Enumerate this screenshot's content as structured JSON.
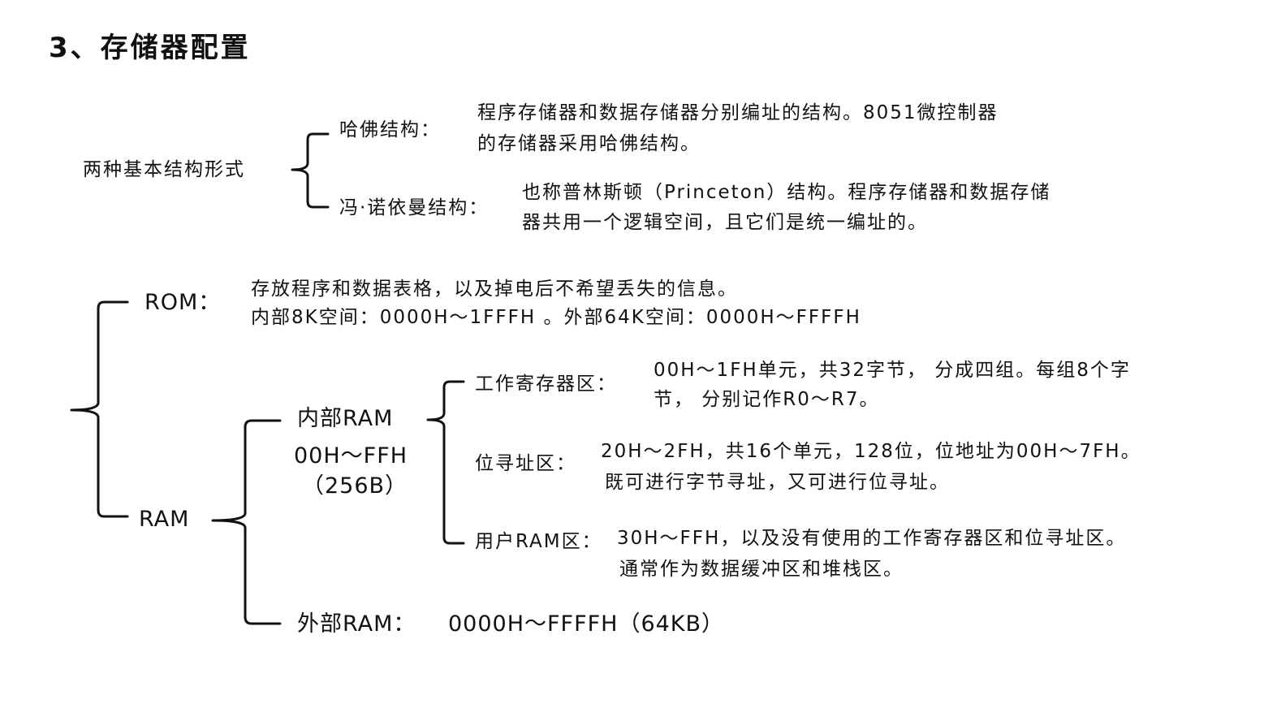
{
  "title": "3、存储器配置",
  "structures": {
    "label": "两种基本结构形式",
    "harvard": {
      "label": "哈佛结构：",
      "lines": [
        "程序存储器和数据存储器分别编址的结构。8051微控制器",
        "的存储器采用哈佛结构。"
      ]
    },
    "von_neumann": {
      "label": "冯·诺依曼结构：",
      "lines": [
        "也称普林斯顿（Princeton）结构。程序存储器和数据存储",
        "器共用一个逻辑空间，且它们是统一编址的。"
      ]
    }
  },
  "rom": {
    "label": "ROM：",
    "lines": [
      "存放程序和数据表格，以及掉电后不希望丢失的信息。",
      "内部8K空间：0000H～1FFFH 。外部64K空间：0000H～FFFFH"
    ]
  },
  "ram": {
    "label": "RAM",
    "internal": {
      "label": "内部RAM",
      "range": "00H～FFH",
      "size": "（256B）",
      "work_reg": {
        "label": "工作寄存器区：",
        "lines": [
          "00H～1FH单元，共32字节， 分成四组。每组8个字",
          "节， 分别记作R0～R7。"
        ]
      },
      "bit_addr": {
        "label": "位寻址区：",
        "lines": [
          "20H～2FH，共16个单元，128位，位地址为00H～7FH。",
          "既可进行字节寻址，又可进行位寻址。"
        ]
      },
      "user_ram": {
        "label": "用户RAM区：",
        "lines": [
          "30H～FFH，以及没有使用的工作寄存器区和位寻址区。",
          "通常作为数据缓冲区和堆栈区。"
        ]
      }
    },
    "external": {
      "label": "外部RAM：",
      "range": "0000H～FFFFH（64KB）"
    }
  }
}
